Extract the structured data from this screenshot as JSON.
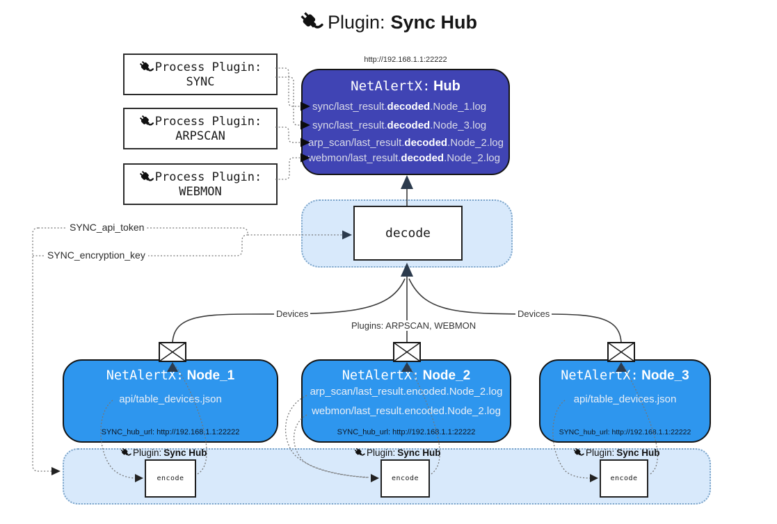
{
  "title": {
    "prefix": "Plugin:",
    "name": "Sync Hub"
  },
  "process_plugins": [
    {
      "label": "Process Plugin:",
      "name": "SYNC"
    },
    {
      "label": "Process Plugin:",
      "name": "ARPSCAN"
    },
    {
      "label": "Process Plugin:",
      "name": "WEBMON"
    }
  ],
  "hub": {
    "url": "http://192.168.1.1:22222",
    "prefix": "NetAlertX:",
    "name": "Hub",
    "logs": [
      {
        "pre": "sync/last_result.",
        "bold": "decoded",
        "post": ".Node_1.log"
      },
      {
        "pre": "sync/last_result.",
        "bold": "decoded",
        "post": ".Node_3.log"
      },
      {
        "pre": "arp_scan/last_result.",
        "bold": "decoded",
        "post": ".Node_2.log"
      },
      {
        "pre": "webmon/last_result.",
        "bold": "decoded",
        "post": ".Node_2.log"
      }
    ]
  },
  "decode": {
    "label": "decode"
  },
  "tokens": {
    "api_token": "SYNC_api_token",
    "encryption_key": "SYNC_encryption_key"
  },
  "edge_labels": {
    "devices_left": "Devices",
    "devices_right": "Devices",
    "plugins_mid": "Plugins: ARPSCAN, WEBMON"
  },
  "nodes": [
    {
      "prefix": "NetAlertX:",
      "name": "Node_1",
      "files": [
        "api/table_devices.json"
      ],
      "hub_url": "SYNC_hub_url: http://192.168.1.1:22222"
    },
    {
      "prefix": "NetAlertX:",
      "name": "Node_2",
      "files": [
        "arp_scan/last_result.encoded.Node_2.log",
        "webmon/last_result.encoded.Node_2.log"
      ],
      "hub_url": "SYNC_hub_url: http://192.168.1.1:22222"
    },
    {
      "prefix": "NetAlertX:",
      "name": "Node_3",
      "files": [
        "api/table_devices.json"
      ],
      "hub_url": "SYNC_hub_url: http://192.168.1.1:22222"
    }
  ],
  "encoders": [
    {
      "plugin_prefix": "Plugin:",
      "plugin_name": "Sync Hub",
      "label": "encode"
    },
    {
      "plugin_prefix": "Plugin:",
      "plugin_name": "Sync Hub",
      "label": "encode"
    },
    {
      "plugin_prefix": "Plugin:",
      "plugin_name": "Sync Hub",
      "label": "encode"
    }
  ],
  "colors": {
    "hub_fill": "#4044b4",
    "node_fill": "#2e96ee",
    "panel_fill": "#d8e9fb",
    "panel_border": "#7aa3c8"
  }
}
